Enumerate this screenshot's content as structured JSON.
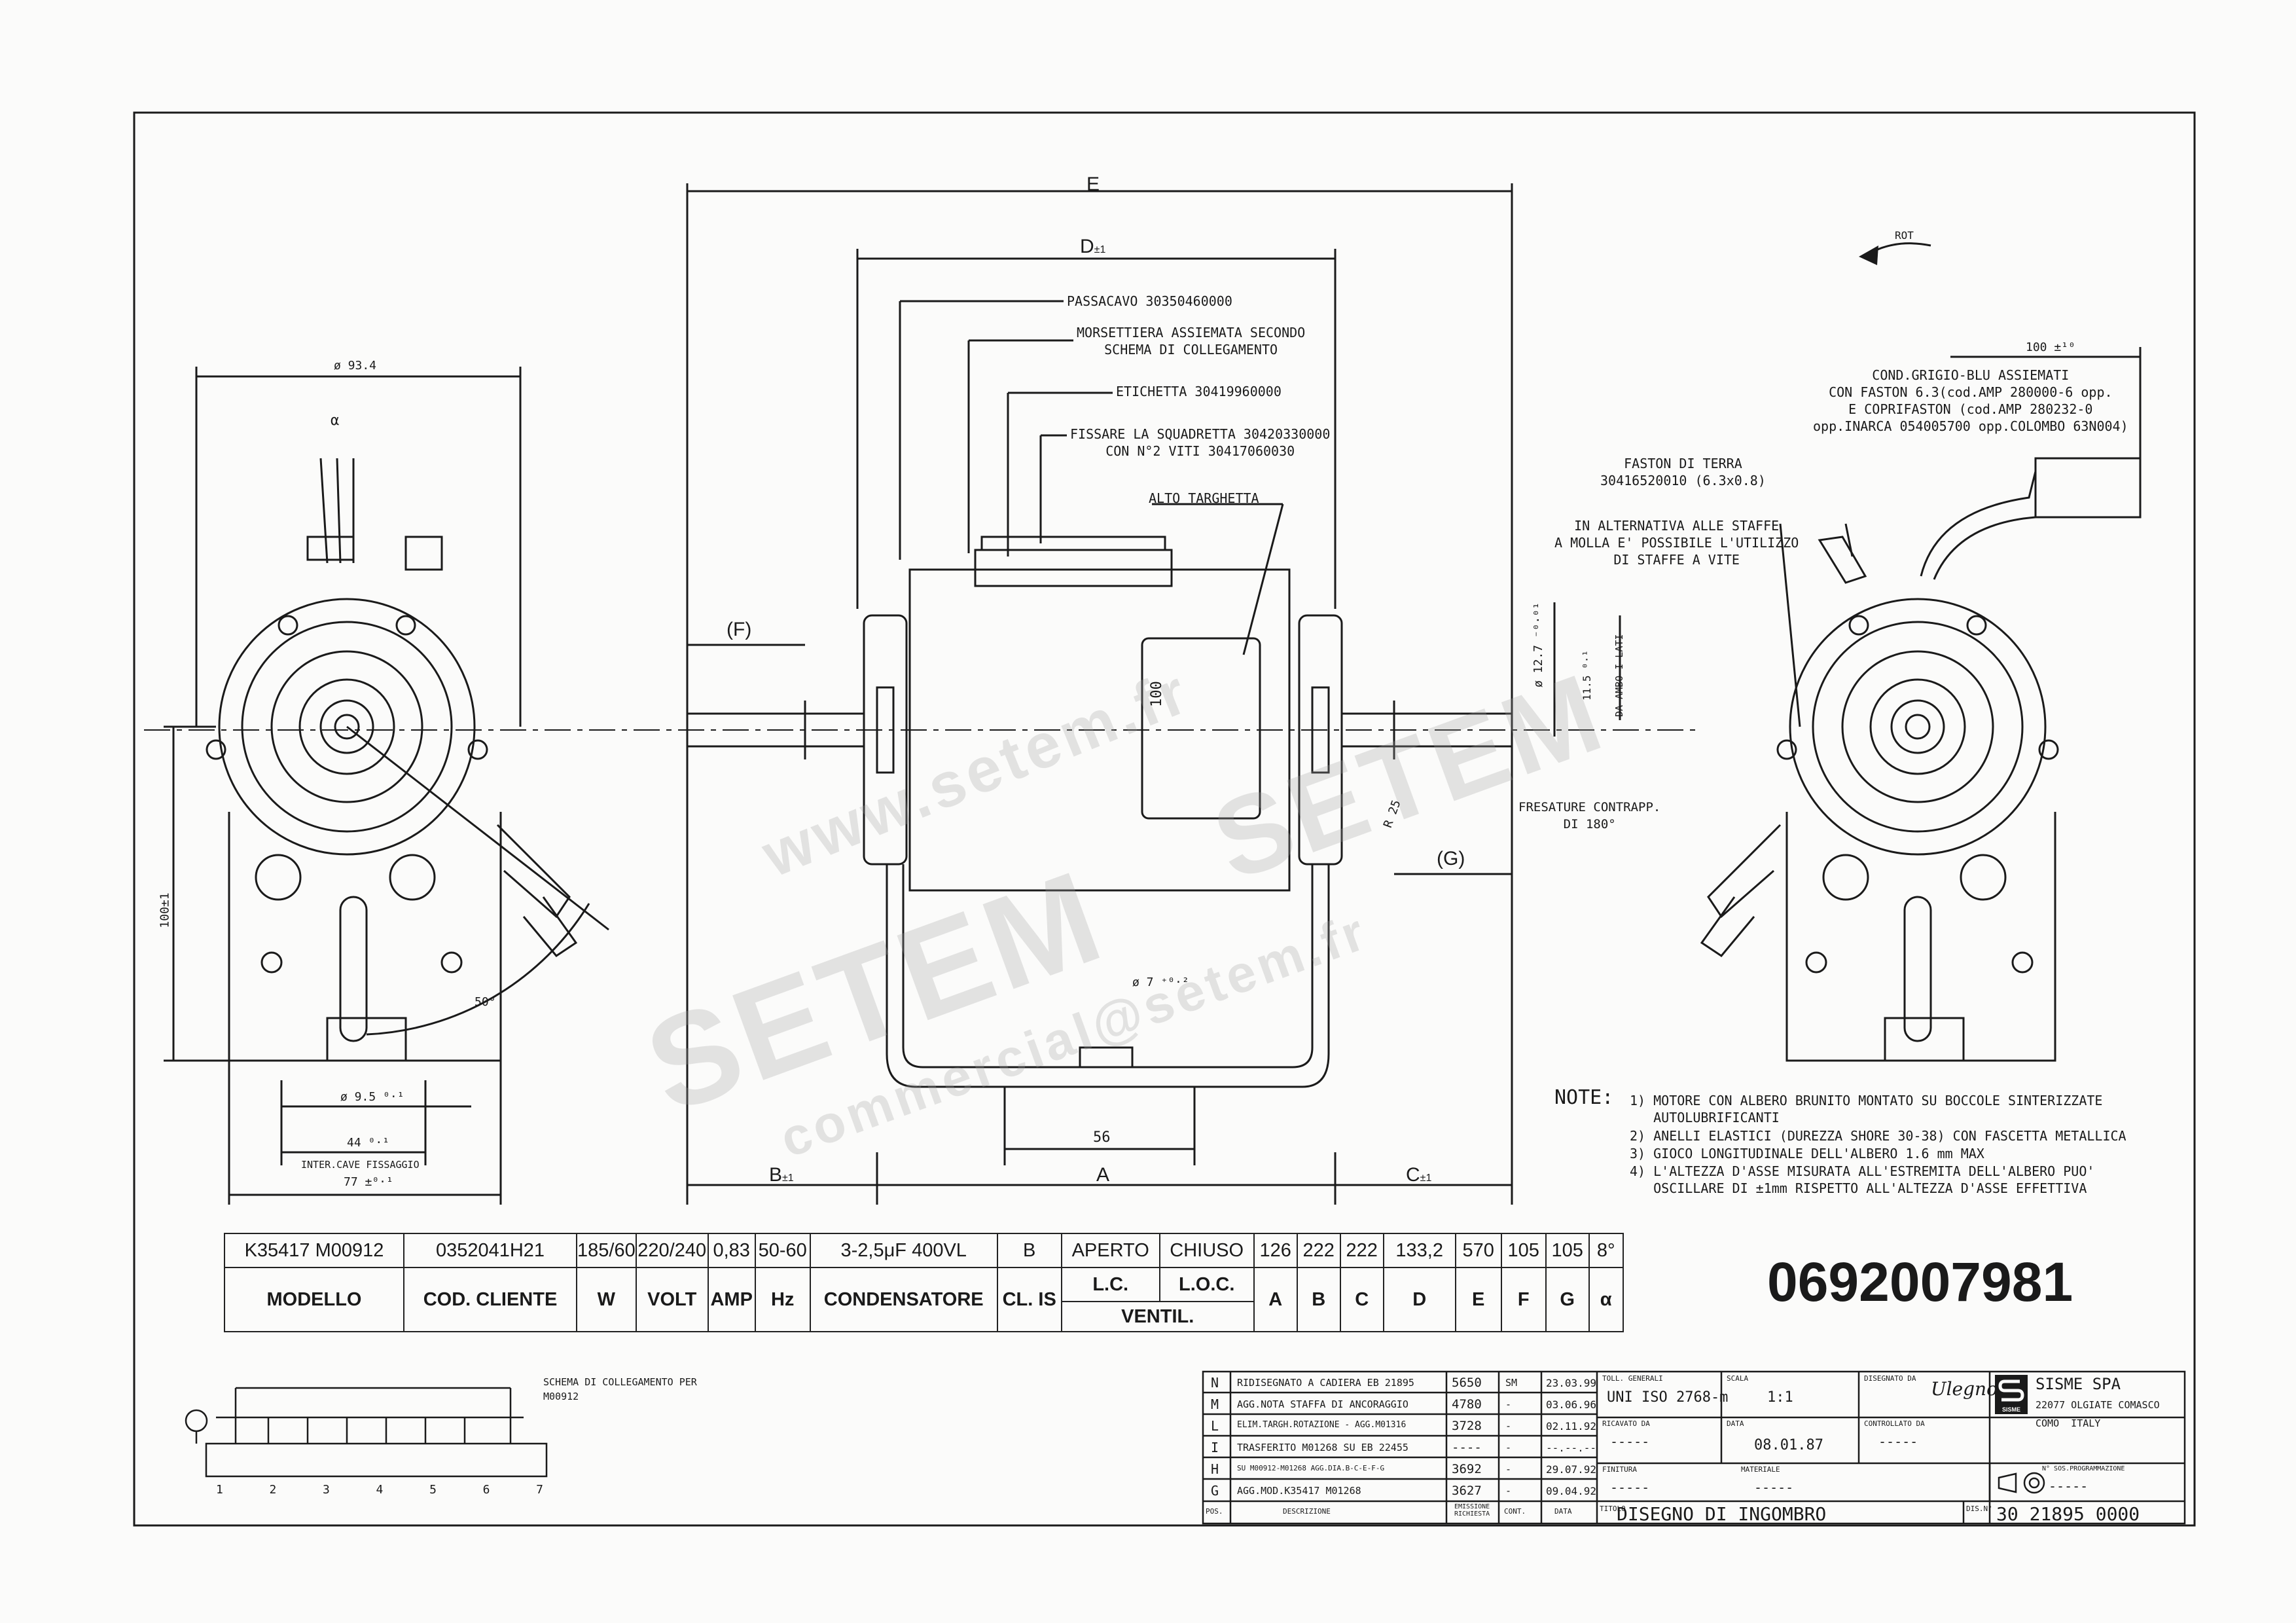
{
  "dimensions": {
    "E": "E",
    "D": "D",
    "D_tol": "±1",
    "A": "A",
    "B": "B",
    "B_tol": "±1",
    "C": "C",
    "C_tol": "±1",
    "F": "(F)",
    "G": "(G)",
    "dia_93": "ø 93.4",
    "dim_100": "100±1",
    "dia_95": "ø 9.5 ⁰·¹",
    "dim_44": "44 ⁰·¹",
    "inter_cave": "INTER.CAVE FISSAGGIO",
    "dim_77": "77 ±⁰·¹",
    "angle_50": "50°",
    "alpha": "α",
    "dim_56": "56",
    "dia_7": "ø 7 ⁺⁰·²",
    "shaft_127": "ø 12.7 ⁻⁰·⁰¹",
    "shaft_115": "11.5 ⁰·¹",
    "da_ambo": "DA AMBO I LATI",
    "r25": "R 25",
    "fresature": "FRESATURE CONTRAPP.\nDI 180°",
    "dim_100_cable": "100 ±¹⁰",
    "rot": "ROT",
    "label_100": "100"
  },
  "callouts": {
    "passacavo": "PASSACAVO 30350460000",
    "morsettiera": "MORSETTIERA ASSIEMATA SECONDO\nSCHEMA DI COLLEGAMENTO",
    "etichetta": "ETICHETTA 30419960000",
    "fissare": "FISSARE LA SQUADRETTA 30420330000\nCON N°2 VITI 30417060030",
    "alto_targhetta": "ALTO TARGHETTA",
    "cond": "COND.GRIGIO-BLU ASSIEMATI\nCON FASTON 6.3(cod.AMP 280000-6 opp.\nE COPRIFASTON (cod.AMP 280232-0\nopp.INARCA 054005700 opp.COLOMBO 63N004)",
    "faston_terra": "FASTON DI TERRA\n30416520010 (6.3x0.8)",
    "alternativa": "IN ALTERNATIVA ALLE STAFFE\nA MOLLA E' POSSIBILE L'UTILIZZO\nDI STAFFE A VITE"
  },
  "notes": {
    "title": "NOTE:",
    "items": [
      "1) MOTORE CON ALBERO BRUNITO MONTATO SU BOCCOLE SINTERIZZATE\n   AUTOLUBRIFICANTI",
      "2) ANELLI ELASTICI (DUREZZA SHORE 30-38) CON FASCETTA METALLICA",
      "3) GIOCO LONGITUDINALE DELL'ALBERO 1.6 mm MAX",
      "4) L'ALTEZZA D'ASSE MISURATA ALL'ESTREMITA DELL'ALBERO PUO'\n   OSCILLARE DI ±1mm RISPETTO ALL'ALTEZZA D'ASSE EFFETTIVA"
    ]
  },
  "spec_table": {
    "values": {
      "modello": "K35417 M00912",
      "cod_cliente": "0352041H21",
      "w": "185/60",
      "volt": "220/240",
      "amp": "0,83",
      "hz": "50-60",
      "condensatore": "3-2,5μF 400VL",
      "cl_is": "B",
      "lc": "APERTO",
      "loc": "CHIUSO",
      "a": "126",
      "b": "222",
      "c": "222",
      "d": "133,2",
      "e": "570",
      "f": "105",
      "g": "105",
      "alpha": "8°"
    },
    "headers": {
      "modello": "MODELLO",
      "cod_cliente": "COD. CLIENTE",
      "w": "W",
      "volt": "VOLT",
      "amp": "AMP",
      "hz": "Hz",
      "condensatore": "CONDENSATORE",
      "cl_is": "CL. IS",
      "lc": "L.C.",
      "loc": "L.O.C.",
      "ventil": "VENTIL.",
      "a": "A",
      "b": "B",
      "c": "C",
      "d": "D",
      "e": "E",
      "f": "F",
      "g": "G",
      "alpha": "α"
    }
  },
  "drawing_number": "0692007981",
  "wiring": {
    "title": "SCHEMA DI COLLEGAMENTO PER\nM00912",
    "terminals": [
      "1",
      "2",
      "3",
      "4",
      "5",
      "6",
      "7"
    ]
  },
  "revisions": [
    {
      "rev": "N",
      "desc": "RIDISEGNATO A CADIERA EB 21895",
      "num": "5650",
      "who": "SM",
      "date": "23.03.99"
    },
    {
      "rev": "M",
      "desc": "AGG.NOTA STAFFA DI ANCORAGGIO",
      "num": "4780",
      "who": "-",
      "date": "03.06.96"
    },
    {
      "rev": "L",
      "desc": "ELIM.TARGH.ROTAZIONE - AGG.M01316",
      "num": "3728",
      "who": "-",
      "date": "02.11.92"
    },
    {
      "rev": "I",
      "desc": "TRASFERITO M01268 SU EB 22455",
      "num": "----",
      "who": "-",
      "date": "--.--.--"
    },
    {
      "rev": "H",
      "desc": "SU M00912-M01268 AGG.DIA.B-C-E-F-G",
      "num": "3692",
      "who": "-",
      "date": "29.07.92"
    },
    {
      "rev": "G",
      "desc": "AGG.MOD.K35417 M01268",
      "num": "3627",
      "who": "-",
      "date": "09.04.92"
    }
  ],
  "revision_footer": {
    "pos": "POS.",
    "desc": "DESCRIZIONE",
    "num": "EMISSIONE\nRICHIESTA",
    "who": "CONT.",
    "date": "DATA"
  },
  "title_block": {
    "toll_label": "TOLL. GENERALI",
    "toll_value": "UNI ISO 2768-m",
    "scala_label": "SCALA",
    "scala_value": "1:1",
    "disegnato_label": "DISEGNATO DA",
    "disegnato_value": "Ulegno",
    "company": "SISME SPA",
    "address": "22077 OLGIATE COMASCO\nCOMO  ITALY",
    "ricavato_label": "RICAVATO DA",
    "ricavato_value": "-----",
    "data_label": "DATA",
    "data_value": "08.01.87",
    "controllato_label": "CONTROLLATO DA",
    "controllato_value": "-----",
    "finitura_label": "FINITURA",
    "finitura_value": "-----",
    "materiale_label": "MATERIALE",
    "materiale_value": "-----",
    "n_label": "N° SOS.PROGRAMMAZIONE",
    "n_value": "-----",
    "titolo_label": "TITOLO",
    "titolo_value": "DISEGNO DI INGOMBRO",
    "dis_label": "DIS.N°",
    "dis_value": "30 21895 0000",
    "logo_text": "SISME"
  },
  "watermark": {
    "url": "www.setem.fr",
    "brand": "SETEM",
    "brand2": "SETEM",
    "email": "commercial@setem.fr"
  },
  "colors": {
    "ink": "#1a1a1a",
    "paper": "#fbfbfa",
    "watermark": "#a0a0a0"
  }
}
